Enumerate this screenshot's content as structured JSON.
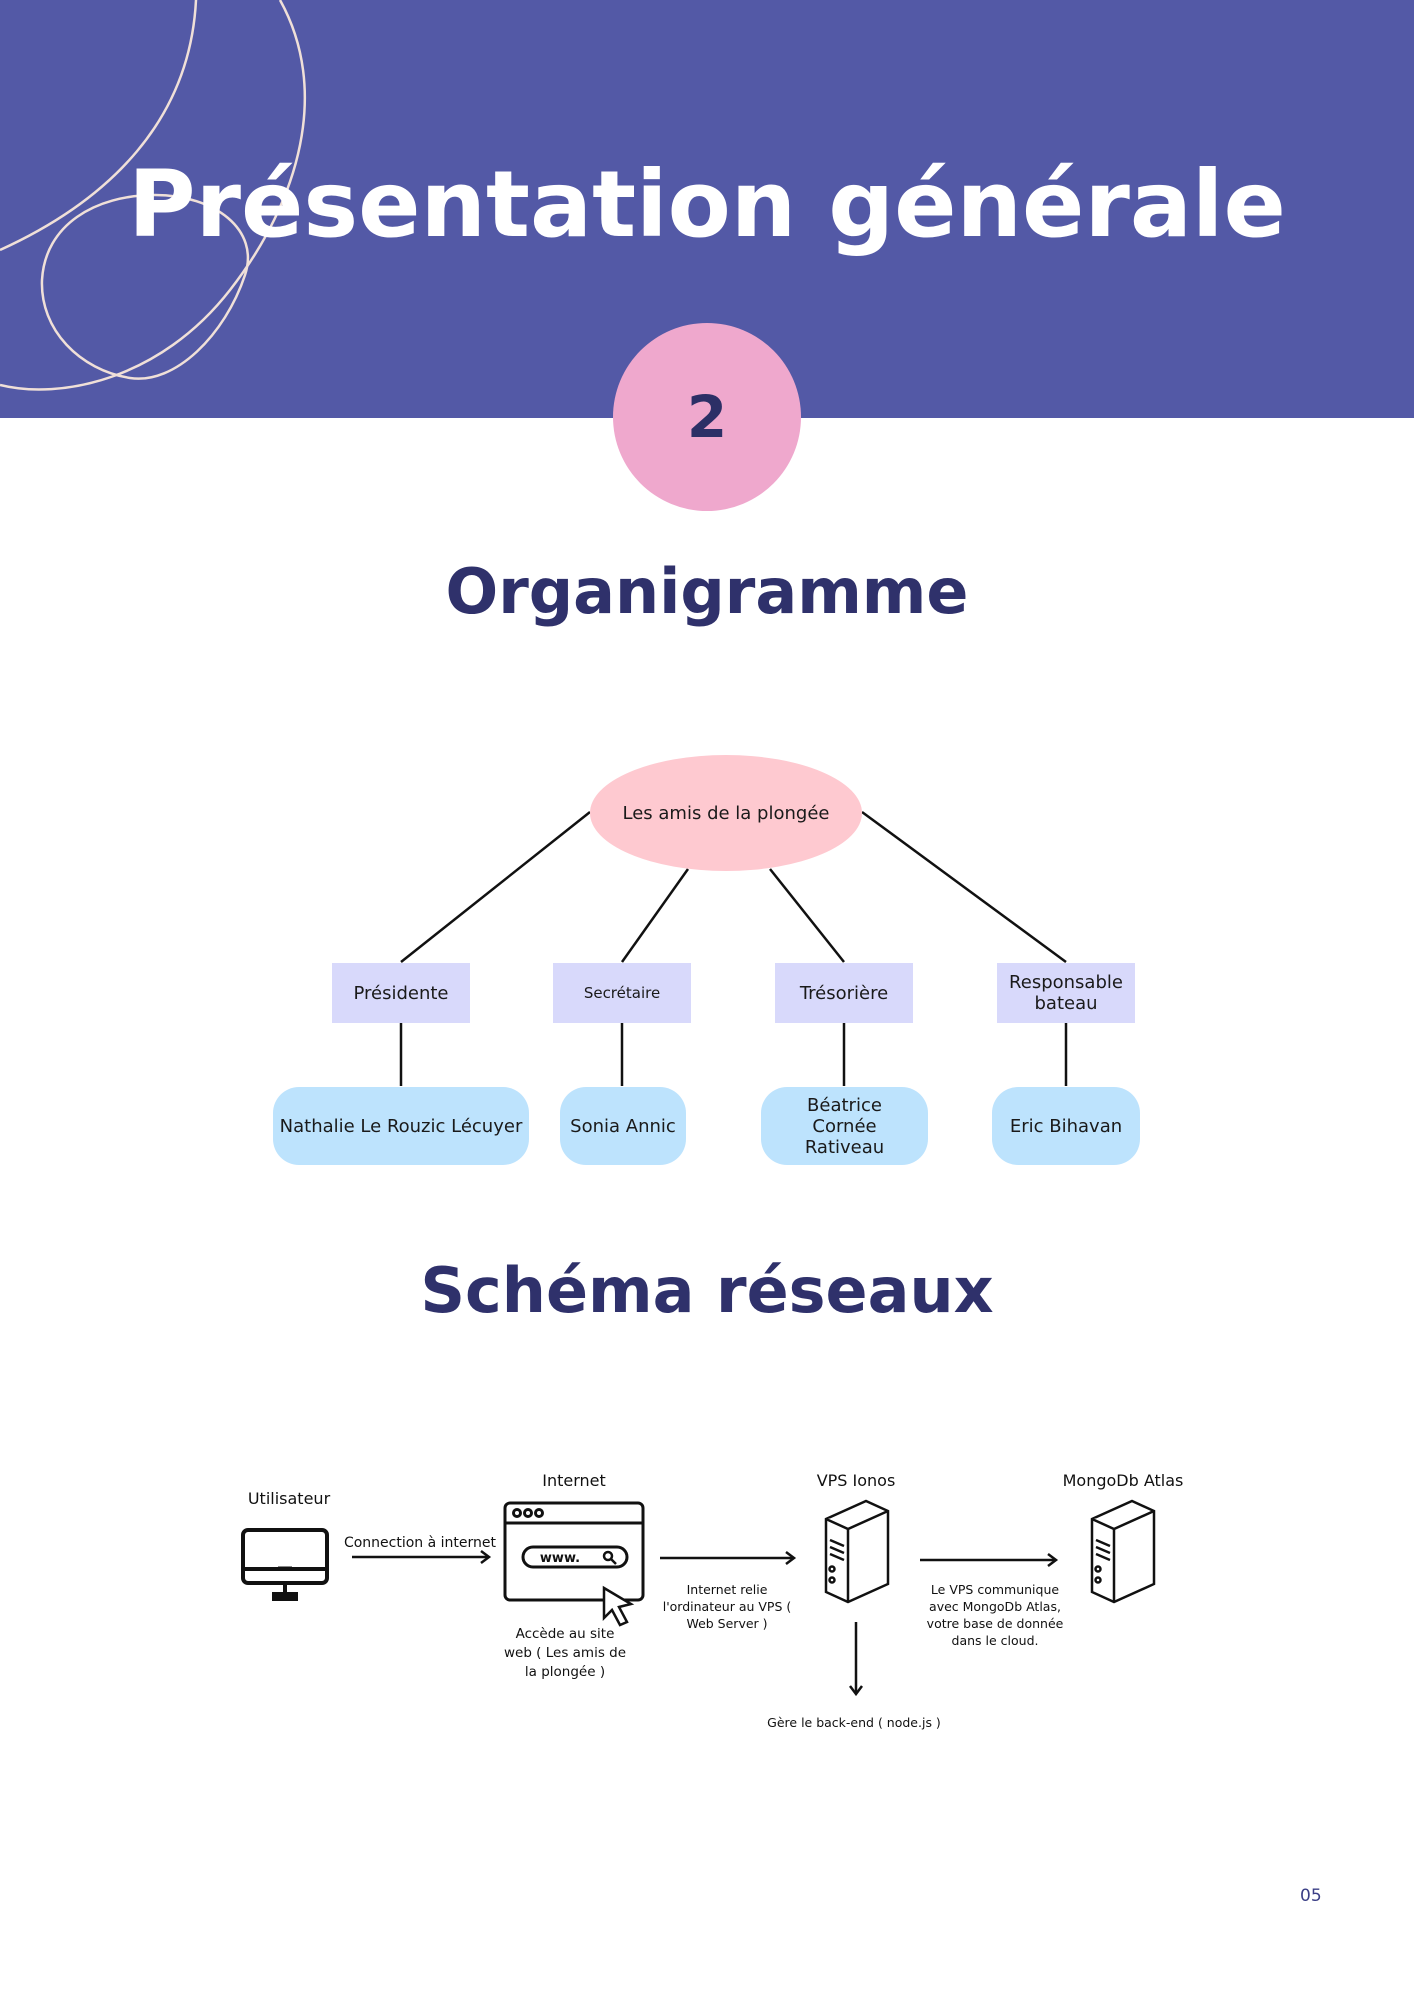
{
  "header": {
    "title": "Présentation générale",
    "section_number": "2"
  },
  "org_chart": {
    "title": "Organigramme",
    "root": "Les amis de la plongée",
    "roles": [
      {
        "role": "Présidente",
        "person": "Nathalie Le Rouzic Lécuyer"
      },
      {
        "role": "Secrétaire",
        "person": "Sonia Annic"
      },
      {
        "role": "Trésorière",
        "person": "Béatrice Cornée Rativeau"
      },
      {
        "role": "Responsable bateau",
        "person": "Eric Bihavan"
      }
    ]
  },
  "network": {
    "title": "Schéma réseaux",
    "nodes": {
      "user": "Utilisateur",
      "internet": "Internet",
      "vps": "VPS Ionos",
      "mongo": "MongoDb Atlas"
    },
    "url_text": "www.",
    "edges": {
      "user_to_internet": "Connection à internet",
      "internet_note": "Accède au site web ( Les amis de la plongée )",
      "internet_to_vps": "Internet relie l'ordinateur au VPS ( Web Server )",
      "vps_to_mongo": "Le VPS communique avec MongoDb Atlas, votre base de donnée dans le cloud.",
      "vps_backend": "Gère le back-end ( node.js )"
    }
  },
  "footer": {
    "page_number": "05"
  }
}
